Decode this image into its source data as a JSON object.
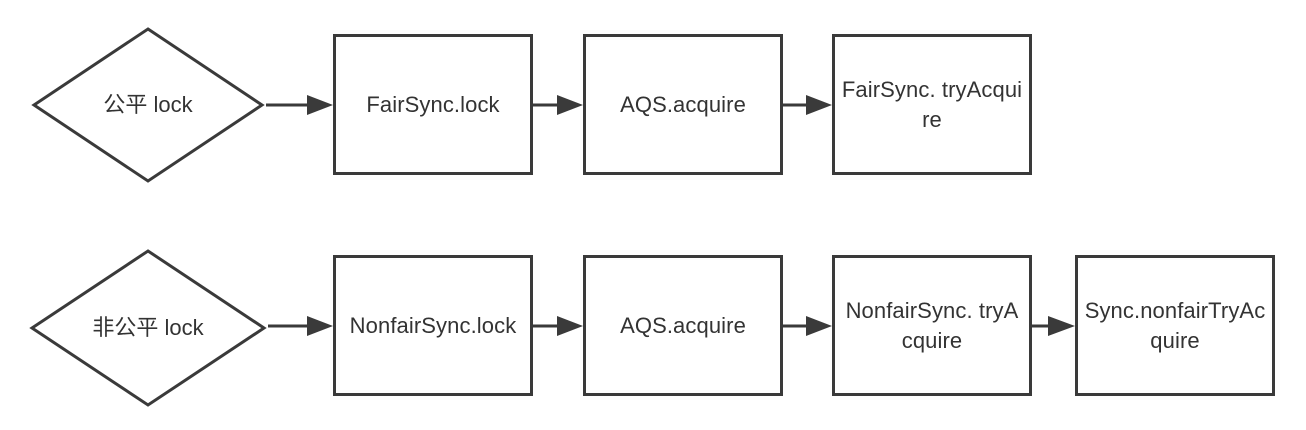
{
  "diagram": {
    "title": "ReentrantLock fair vs nonfair lock acquisition flow",
    "background_color": "#ffffff",
    "stroke_color": "#3a3a3a",
    "text_color": "#333333",
    "rows": [
      {
        "id": "fair-flow",
        "start": {
          "label": "公平 lock",
          "shape": "diamond"
        },
        "steps": [
          {
            "label": "FairSync.lock",
            "shape": "rect"
          },
          {
            "label": "AQS.acquire",
            "shape": "rect"
          },
          {
            "label": "FairSync.\ntryAcquire",
            "shape": "rect"
          }
        ]
      },
      {
        "id": "nonfair-flow",
        "start": {
          "label": "非公平 lock",
          "shape": "diamond"
        },
        "steps": [
          {
            "label": "NonfairSync.lock",
            "shape": "rect"
          },
          {
            "label": "AQS.acquire",
            "shape": "rect"
          },
          {
            "label": "NonfairSync.\ntryAcquire",
            "shape": "rect"
          },
          {
            "label": "Sync.nonfairTryAcquire",
            "shape": "rect"
          }
        ]
      }
    ]
  }
}
